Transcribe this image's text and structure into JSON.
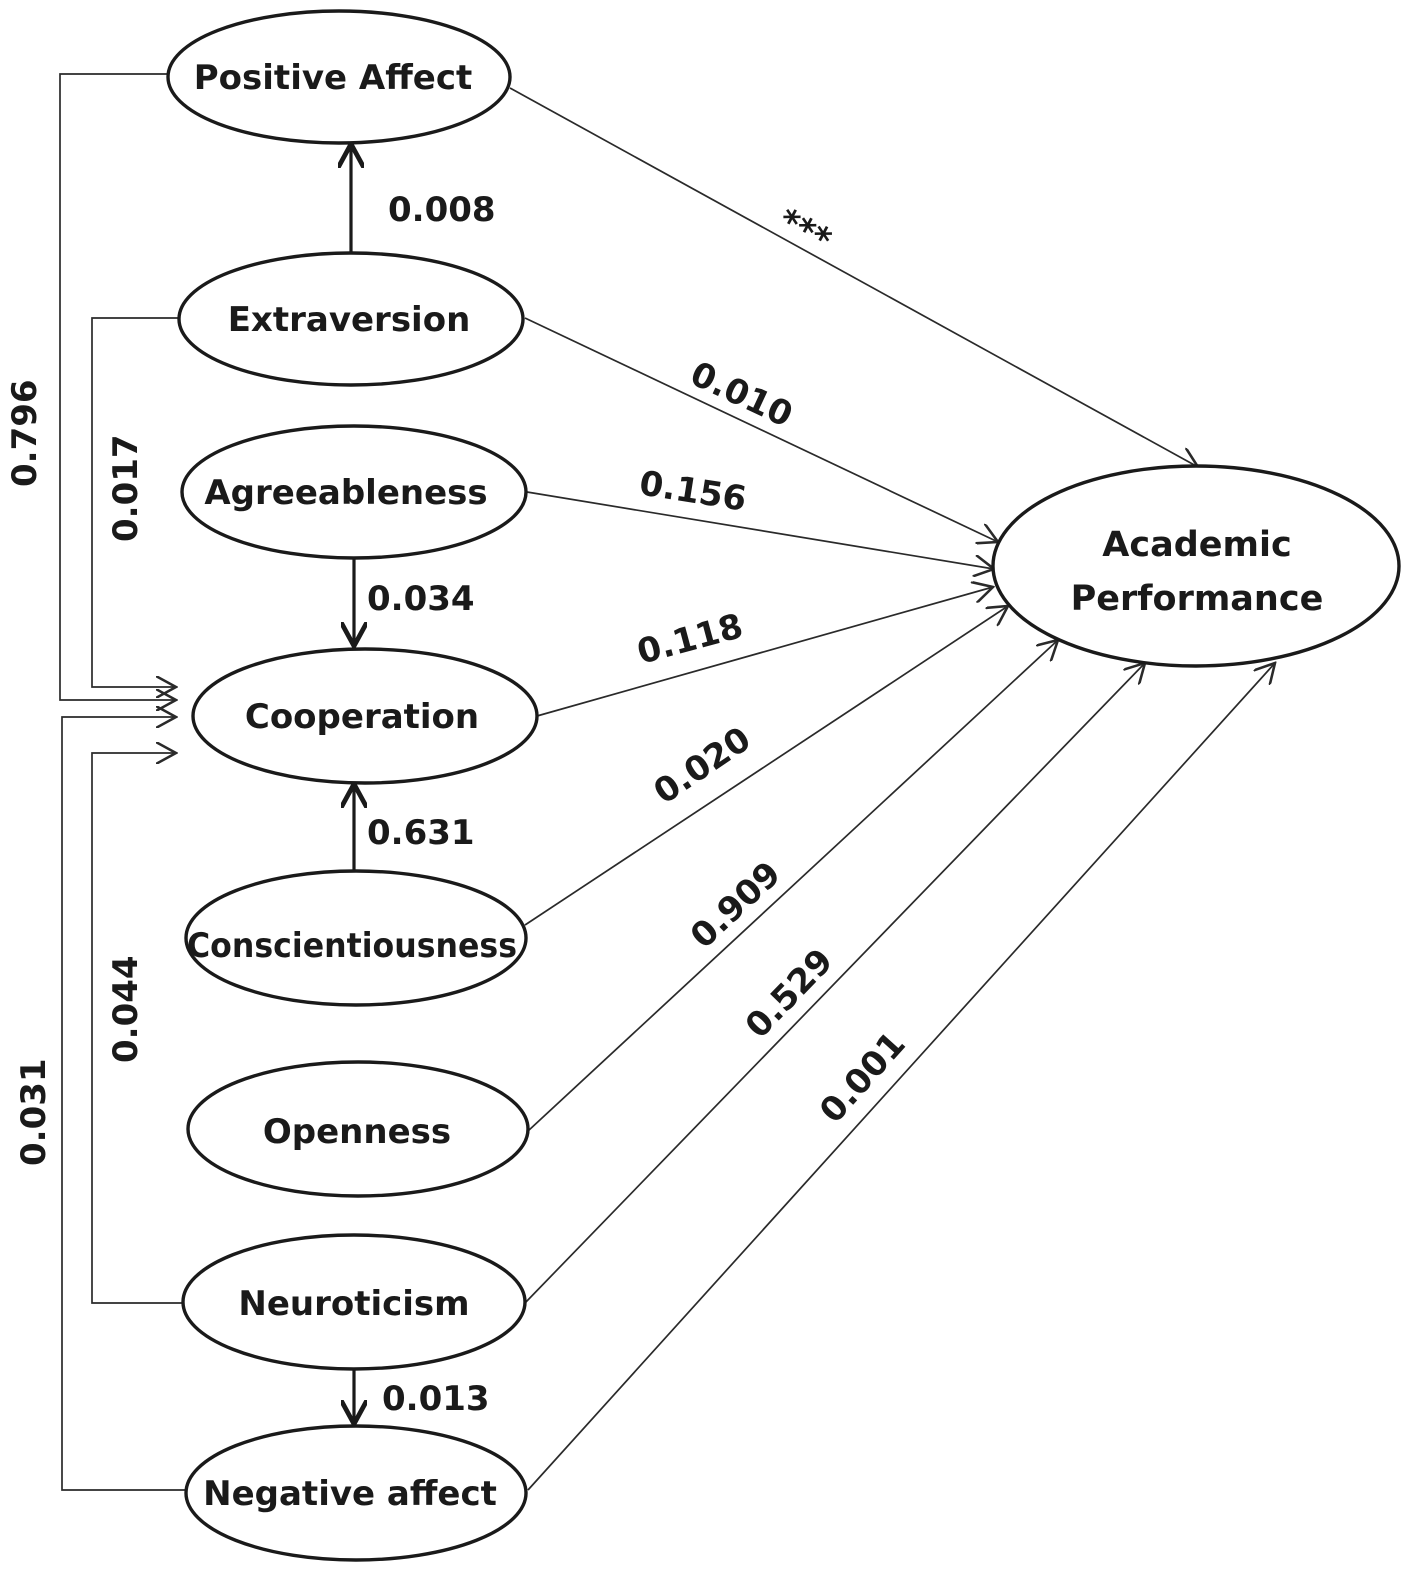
{
  "nodes": {
    "positive_affect": "Positive Affect",
    "extraversion": "Extraversion",
    "agreeableness": "Agreeableness",
    "cooperation": "Cooperation",
    "conscientiousness": "Conscientiousness",
    "openness": "Openness",
    "neuroticism": "Neuroticism",
    "negative_affect": "Negative affect",
    "academic_performance_line1": "Academic",
    "academic_performance_line2": "Performance"
  },
  "edges": {
    "positive_affect_to_academic": "***",
    "extraversion_to_positive_affect": "0.008",
    "extraversion_to_academic": "0.010",
    "agreeableness_to_academic": "0.156",
    "agreeableness_to_cooperation": "0.034",
    "cooperation_to_academic": "0.118",
    "conscientiousness_to_academic": "0.020",
    "conscientiousness_to_cooperation": "0.631",
    "openness_to_academic": "0.909",
    "neuroticism_to_academic": "0.529",
    "neuroticism_to_negative_affect": "0.013",
    "negative_affect_to_academic": "0.001",
    "positive_affect_to_cooperation": "0.796",
    "extraversion_to_cooperation": "0.017",
    "neuroticism_to_cooperation": "0.044",
    "negative_affect_to_cooperation": "0.031"
  }
}
